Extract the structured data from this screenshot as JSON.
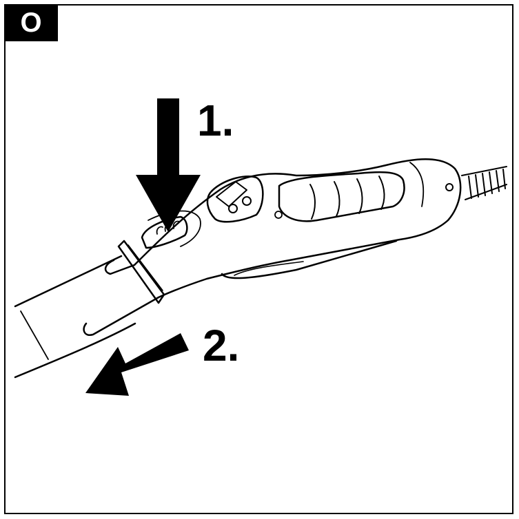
{
  "panel": {
    "badge_label": "O"
  },
  "steps": {
    "step1_label": "1.",
    "step2_label": "2."
  },
  "colors": {
    "ink": "#000000",
    "paper": "#ffffff"
  },
  "icons": {
    "press_arrow": "arrow-down-icon",
    "pull_arrow": "arrow-down-left-icon"
  }
}
